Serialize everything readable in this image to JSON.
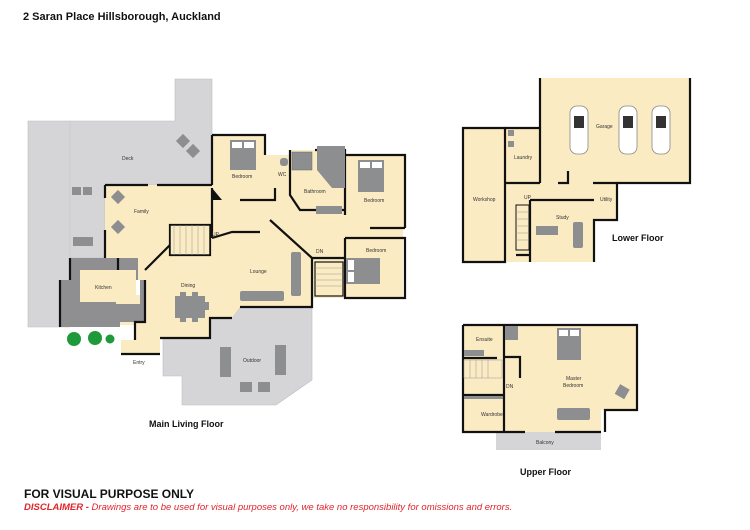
{
  "header": {
    "title": "2 Saran Place Hillsborough, Auckland"
  },
  "colors": {
    "floor": "#fbebc3",
    "outdoor": "#d5d5d7",
    "wall": "#111111",
    "furniture": "#8d8e90",
    "counter": "#8f8f91",
    "plant": "#1e9a3a",
    "disclaimer": "#e0242b"
  },
  "floors": {
    "main": {
      "label": "Main Living Floor",
      "rooms": {
        "deck": "Deck",
        "bedroom1": "Bedroom",
        "wc": "WC",
        "bathroom": "Bathroom",
        "bedroom2": "Bedroom",
        "bedroom3": "Bedroom",
        "family": "Family",
        "up": "UP",
        "dn": "DN",
        "lounge": "Lounge",
        "kitchen": "Kitchen",
        "dining": "Dining",
        "entry": "Entry",
        "outdoor": "Outdoor"
      }
    },
    "lower": {
      "label": "Lower Floor",
      "rooms": {
        "garage": "Garage",
        "laundry": "Laundry",
        "workshop": "Workshop",
        "up": "UP",
        "study": "Study",
        "utility": "Utility"
      }
    },
    "upper": {
      "label": "Upper Floor",
      "rooms": {
        "ensuite": "Ensuite",
        "master1": "Master",
        "master2": "Bedroom",
        "dn": "DN",
        "wardrobe": "Wardrobe",
        "balcony": "Balcony"
      }
    }
  },
  "footer": {
    "heading": "FOR VISUAL PURPOSE ONLY",
    "disclaimer_label": "DISCLAIMER -",
    "disclaimer_text": " Drawings are to be used for visual purposes only, we take no responsibility for omissions and errors."
  }
}
